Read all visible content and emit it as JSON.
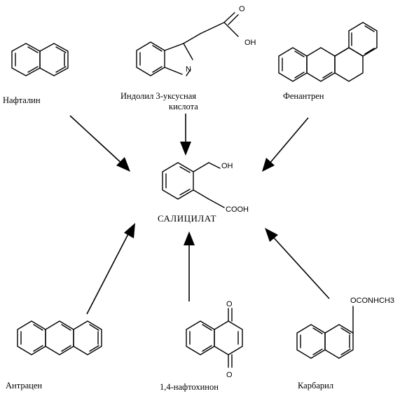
{
  "center": {
    "label": "САЛИЦИЛАТ",
    "substituents": {
      "oh": "OH",
      "cooh": "COOH"
    }
  },
  "compounds": {
    "naphthalene": "Нафталин",
    "indole_acetic_acid_line1": "Индолил 3-уксусная",
    "indole_acetic_acid_line2": "кислота",
    "phenanthrene": "Фенантрен",
    "anthracene": "Антрацен",
    "naphthoquinone": "1,4-нафтохинон",
    "carbaryl": "Карбарил"
  },
  "atoms": {
    "o_carbonyl": "O",
    "oh": "OH",
    "n": "N",
    "o_quinone_top": "O",
    "o_quinone_bottom": "O",
    "carbaryl_group": "OCONHCH3"
  }
}
